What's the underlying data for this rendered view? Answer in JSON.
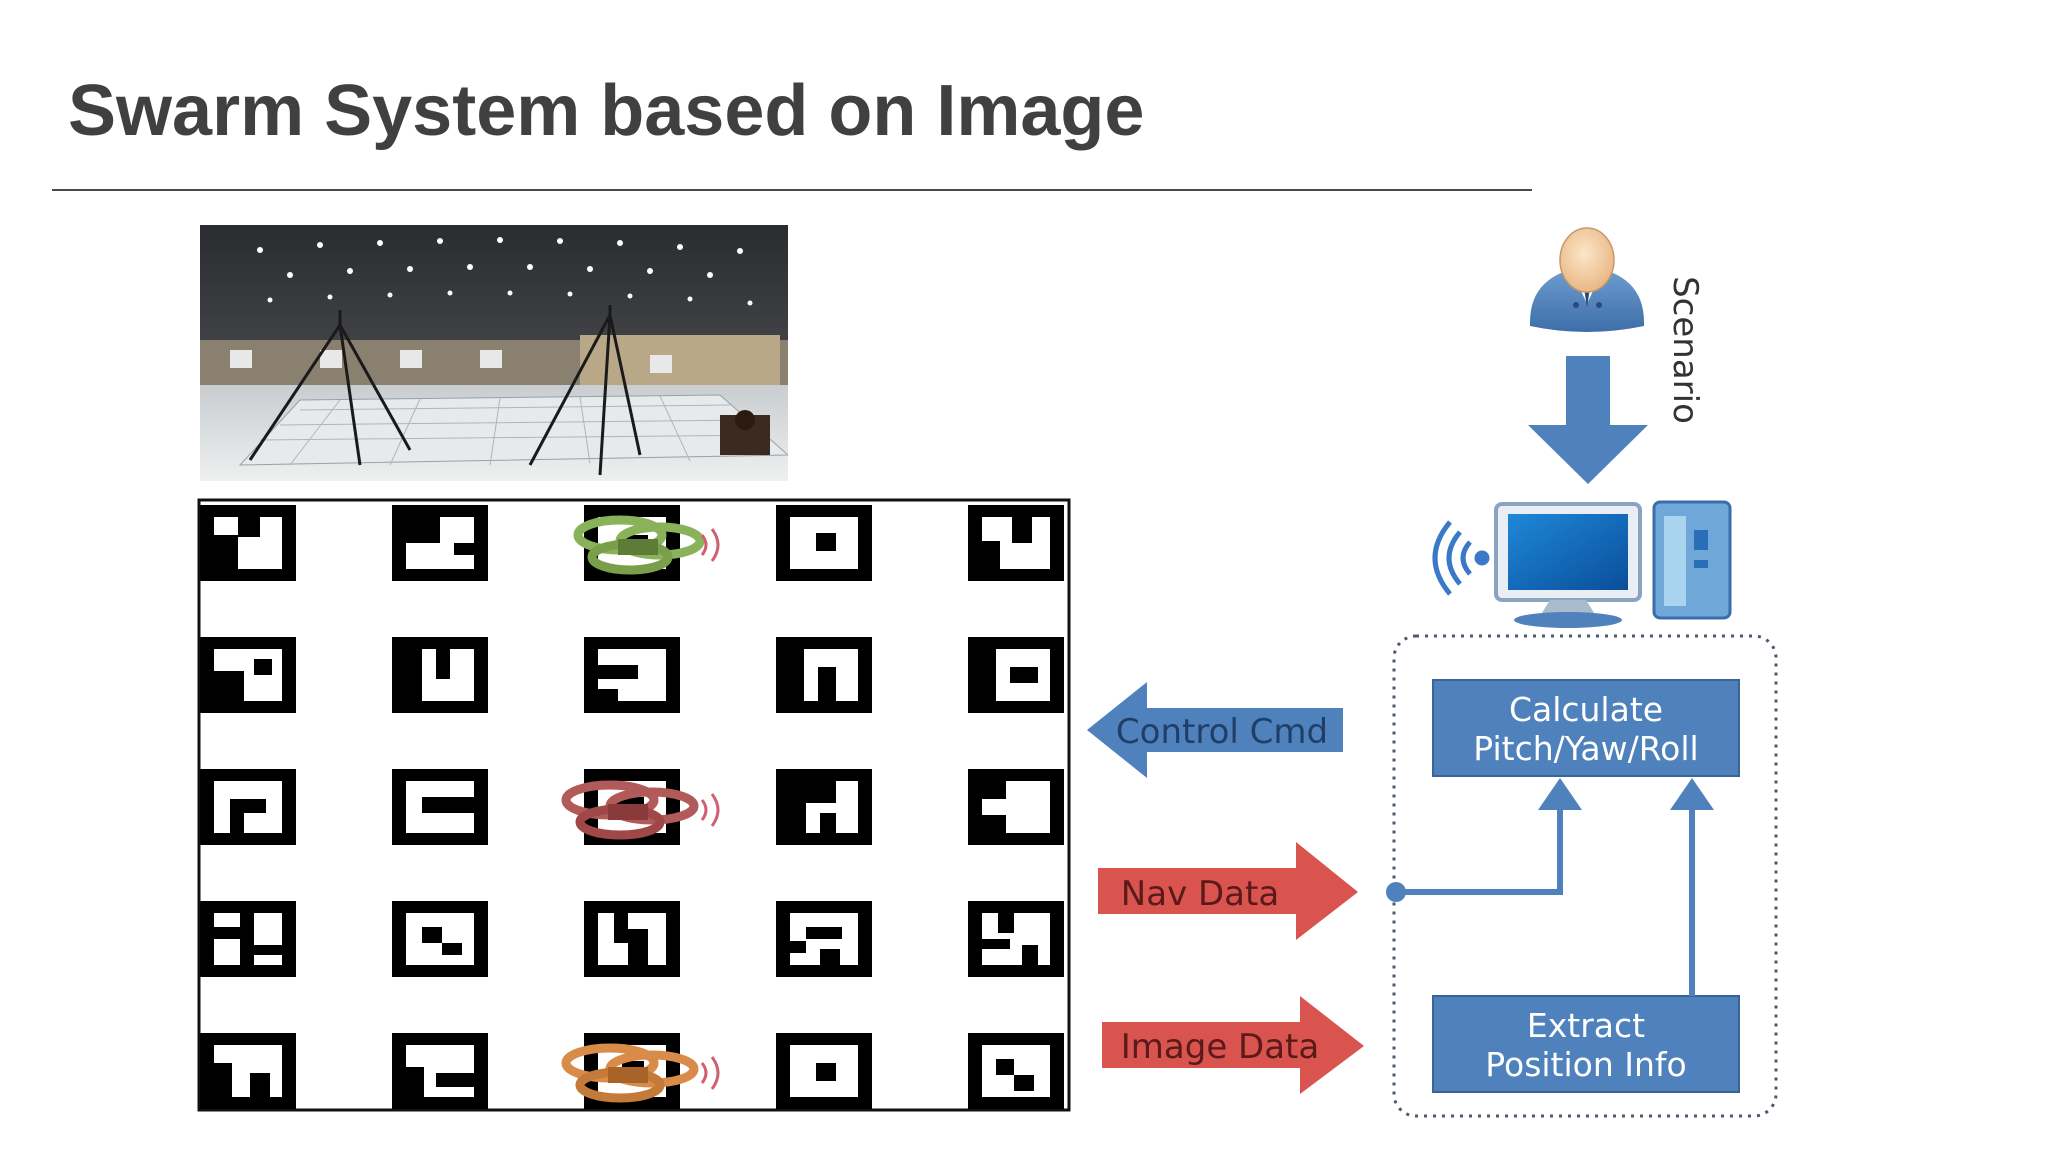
{
  "slide": {
    "title": "Swarm System based on Image"
  },
  "diagram": {
    "scenario_label": "Scenario",
    "control_cmd_label": "Control Cmd",
    "nav_data_label": "Nav Data",
    "image_data_label": "Image Data",
    "calc_box": {
      "line1": "Calculate",
      "line2": "Pitch/Yaw/Roll"
    },
    "extract_box": {
      "line1": "Extract",
      "line2": "Position Info"
    }
  },
  "colors": {
    "title": "#404040",
    "blue_box": "#4f81bd",
    "blue_arrow": "#4f81bd",
    "red_arrow": "#d9534f",
    "drone_green": "#8ab25a",
    "drone_red": "#b25a5a",
    "drone_orange": "#d98c4a"
  }
}
